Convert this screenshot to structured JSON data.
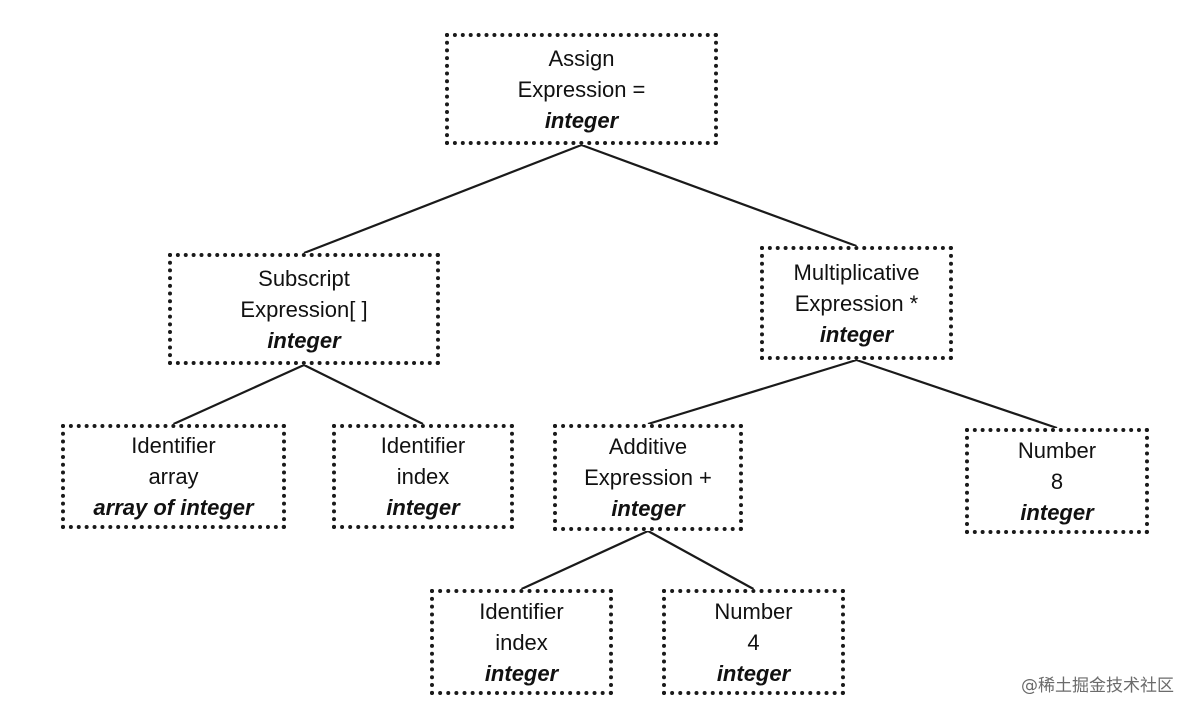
{
  "nodes": {
    "assign": {
      "line1": "Assign",
      "line2": "Expression =",
      "type": "integer"
    },
    "subscript": {
      "line1": "Subscript",
      "line2": "Expression[ ]",
      "type": "integer"
    },
    "multiplicative": {
      "line1": "Multiplicative",
      "line2": "Expression *",
      "type": "integer"
    },
    "identifier_array": {
      "line1": "Identifier",
      "line2": "array",
      "type": "array of integer"
    },
    "identifier_index_1": {
      "line1": "Identifier",
      "line2": "index",
      "type": "integer"
    },
    "additive": {
      "line1": "Additive",
      "line2": "Expression +",
      "type": "integer"
    },
    "number_8": {
      "line1": "Number",
      "line2": "8",
      "type": "integer"
    },
    "identifier_index_2": {
      "line1": "Identifier",
      "line2": "index",
      "type": "integer"
    },
    "number_4": {
      "line1": "Number",
      "line2": "4",
      "type": "integer"
    }
  },
  "edges": [
    [
      "assign",
      "subscript"
    ],
    [
      "assign",
      "multiplicative"
    ],
    [
      "subscript",
      "identifier_array"
    ],
    [
      "subscript",
      "identifier_index_1"
    ],
    [
      "multiplicative",
      "additive"
    ],
    [
      "multiplicative",
      "number_8"
    ],
    [
      "additive",
      "identifier_index_2"
    ],
    [
      "additive",
      "number_4"
    ]
  ],
  "watermark": "@稀土掘金技术社区"
}
